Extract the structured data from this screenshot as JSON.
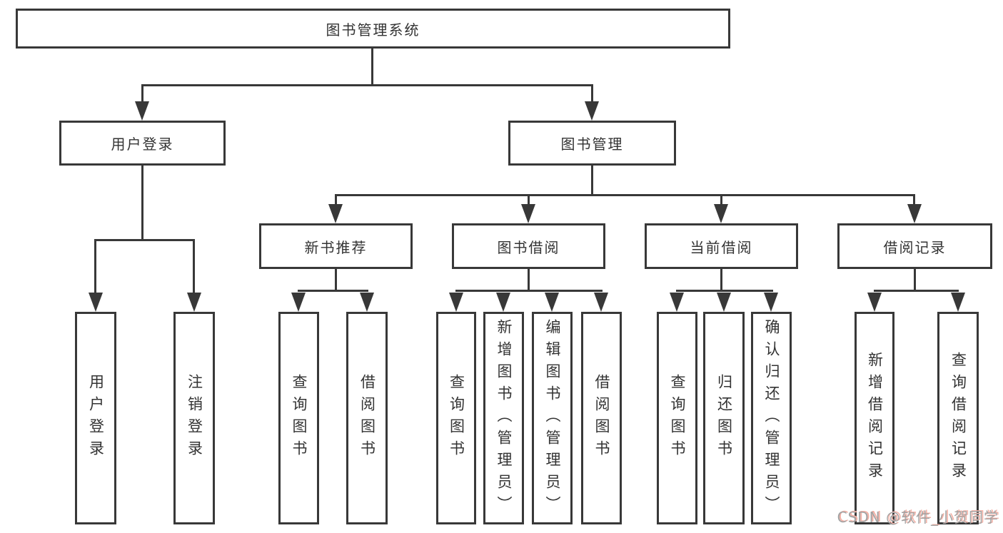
{
  "diagram": {
    "root": {
      "label": "图书管理系统"
    },
    "level2": [
      {
        "label": "用户登录"
      },
      {
        "label": "图书管理"
      }
    ],
    "level3": [
      {
        "label": "新书推荐"
      },
      {
        "label": "图书借阅"
      },
      {
        "label": "当前借阅"
      },
      {
        "label": "借阅记录"
      }
    ],
    "leaves_user_login": [
      {
        "label": "用户登录"
      },
      {
        "label": "注销登录"
      }
    ],
    "leaves_new_book": [
      {
        "label": "查询图书"
      },
      {
        "label": "借阅图书"
      }
    ],
    "leaves_book_borrow": [
      {
        "label": "查询图书"
      },
      {
        "label": "新增图书（管理员）"
      },
      {
        "label": "编辑图书（管理员）"
      },
      {
        "label": "借阅图书"
      }
    ],
    "leaves_current_borrow": [
      {
        "label": "查询图书"
      },
      {
        "label": "归还图书"
      },
      {
        "label": "确认归还（管理员）"
      }
    ],
    "leaves_borrow_records": [
      {
        "label": "新增借阅记录"
      },
      {
        "label": "查询借阅记录"
      }
    ]
  },
  "watermark": {
    "text": "CSDN @软件_小贺同学"
  },
  "colors": {
    "line": "#383838",
    "text": "#333333",
    "watermark_gray": "#a3a3a3",
    "watermark_pink": "#f3b0a5"
  }
}
